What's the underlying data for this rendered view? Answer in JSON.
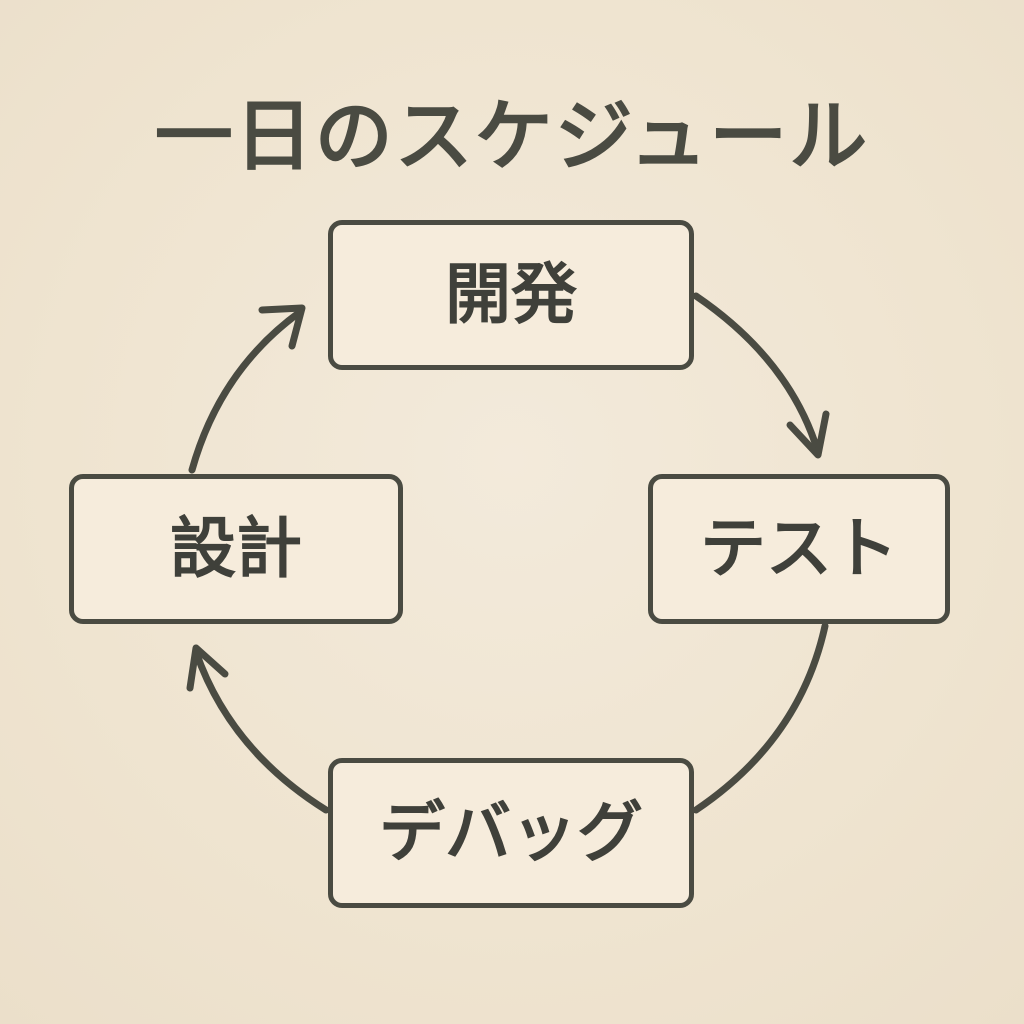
{
  "diagram": {
    "title": "一日のスケジュール",
    "nodes": [
      {
        "id": "dev",
        "label": "開発"
      },
      {
        "id": "test",
        "label": "テスト"
      },
      {
        "id": "debug",
        "label": "デバッグ"
      },
      {
        "id": "design",
        "label": "設計"
      }
    ],
    "edges": [
      {
        "from": "dev",
        "to": "test",
        "arrow": true
      },
      {
        "from": "test",
        "to": "debug",
        "arrow": false
      },
      {
        "from": "debug",
        "to": "design",
        "arrow": true
      },
      {
        "from": "design",
        "to": "dev",
        "arrow": true
      }
    ],
    "colors": {
      "background": "#efe4d0",
      "box_fill": "#f6ecdc",
      "stroke": "#4a4b42",
      "text": "#3f403a"
    }
  }
}
